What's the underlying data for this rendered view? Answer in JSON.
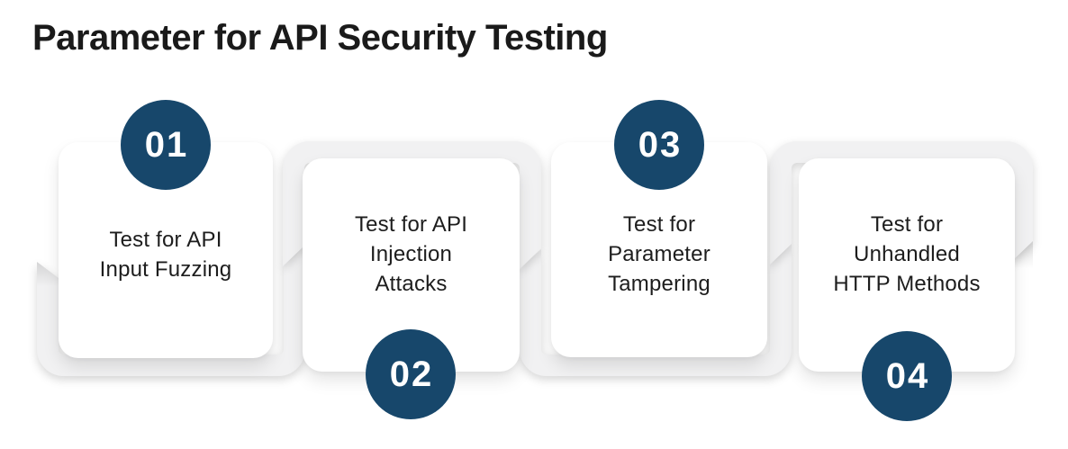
{
  "title": "Parameter for API Security Testing",
  "colors": {
    "background": "#ffffff",
    "title_color": "#1a1a1a",
    "card_background": "#ffffff",
    "card_text_color": "#1d1d1d",
    "ribbon_color": "#f1f1f2",
    "badge_color": "#17476b",
    "badge_text_color": "#ffffff"
  },
  "steps": [
    {
      "number": "01",
      "label": "Test for API\nInput Fuzzing",
      "badge_position": "top"
    },
    {
      "number": "02",
      "label": "Test for API\nInjection\nAttacks",
      "badge_position": "bottom"
    },
    {
      "number": "03",
      "label": "Test for\nParameter\nTampering",
      "badge_position": "top"
    },
    {
      "number": "04",
      "label": "Test for\nUnhandled\nHTTP Methods",
      "badge_position": "bottom"
    }
  ]
}
